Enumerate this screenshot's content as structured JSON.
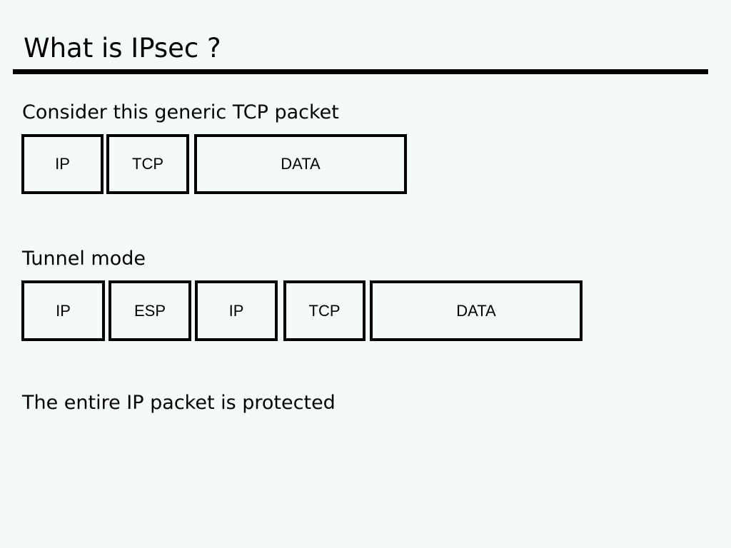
{
  "slide": {
    "title": "What is IPsec ?",
    "sections": [
      {
        "heading": "Consider this generic TCP packet",
        "boxes": [
          {
            "label": "IP"
          },
          {
            "label": "TCP"
          },
          {
            "label": "DATA"
          }
        ]
      },
      {
        "heading": "Tunnel mode",
        "boxes": [
          {
            "label": "IP"
          },
          {
            "label": "ESP"
          },
          {
            "label": "IP"
          },
          {
            "label": "TCP"
          },
          {
            "label": "DATA"
          }
        ]
      }
    ],
    "note": "The entire IP packet is protected",
    "colors": {
      "background": "#f4faf5",
      "text": "#000000",
      "title_rule": "#000000",
      "box_border": "#000000"
    }
  }
}
